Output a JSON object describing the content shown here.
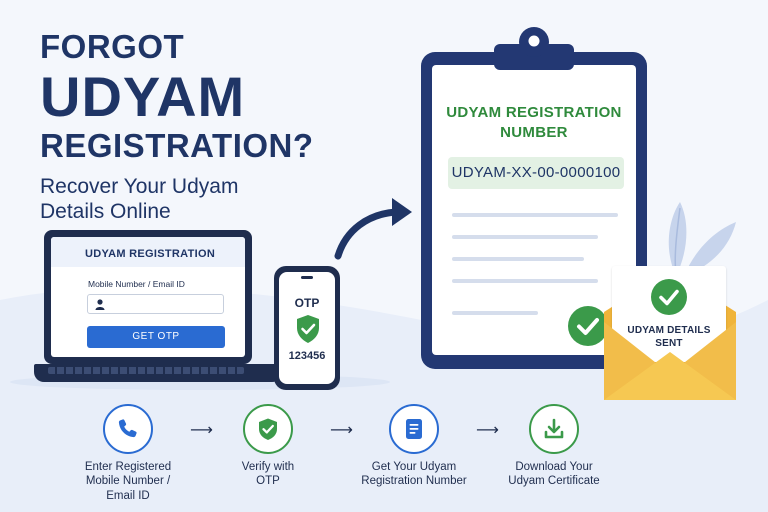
{
  "headline": {
    "line1": "FORGOT",
    "line2": "UDYAM",
    "line3": "REGISTRATION?",
    "sub1": "Recover Your Udyam",
    "sub2": "Details Online"
  },
  "laptop": {
    "title": "UDYAM REGISTRATION",
    "field_label": "Mobile Number / Email ID",
    "input_value": "",
    "button_label": "GET OTP"
  },
  "phone": {
    "label": "OTP",
    "code": "123456"
  },
  "clipboard": {
    "title_line1": "UDYAM REGISTRATION",
    "title_line2": "NUMBER",
    "number": "UDYAM-XX-00-0000100"
  },
  "envelope": {
    "line1": "UDYAM DETAILS",
    "line2": "SENT"
  },
  "steps": [
    {
      "icon": "phone-icon",
      "lines": [
        "Enter Registered",
        "Mobile Number /",
        "Email ID"
      ]
    },
    {
      "icon": "shield-check-icon",
      "lines": [
        "Verify with",
        "OTP"
      ]
    },
    {
      "icon": "document-icon",
      "lines": [
        "Get Your Udyam",
        "Registration Number"
      ]
    },
    {
      "icon": "download-icon",
      "lines": [
        "Download Your",
        "Udyam Certificate"
      ]
    }
  ],
  "colors": {
    "navy": "#1f3566",
    "blue": "#2a6bd2",
    "green": "#3b9a4a",
    "yellow": "#f6c445"
  }
}
